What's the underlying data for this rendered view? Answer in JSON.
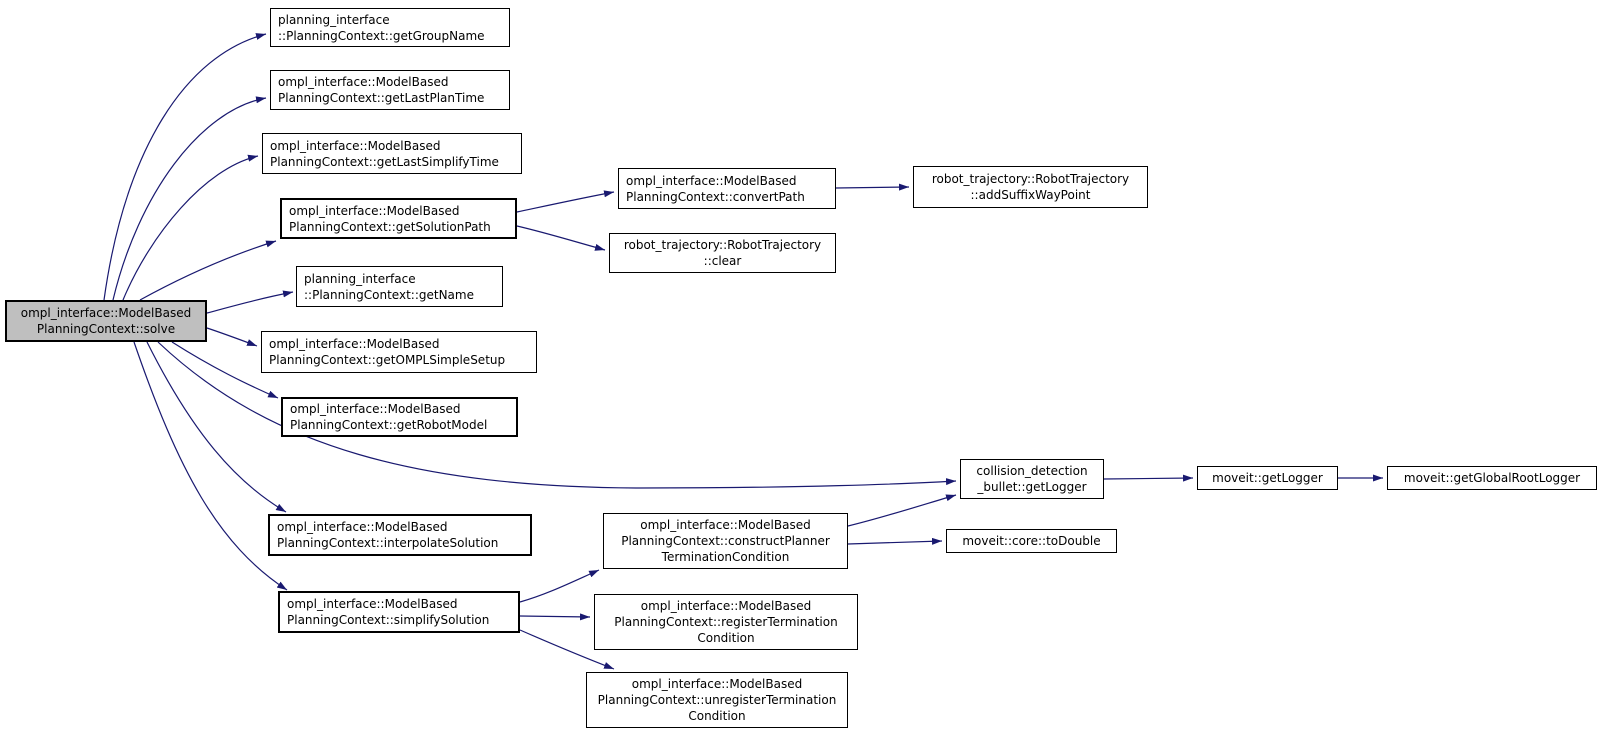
{
  "diagram_type": "doxygen-call-graph",
  "colors": {
    "edge": "#191970",
    "root_fill": "#bfbfbf",
    "node_fill": "#ffffff",
    "border": "#000000"
  },
  "nodes": {
    "solve": {
      "label": "ompl_interface::ModelBased\nPlanningContext::solve"
    },
    "get_group_name": {
      "label": "planning_interface\n::PlanningContext::getGroupName"
    },
    "get_last_plan_time": {
      "label": "ompl_interface::ModelBased\nPlanningContext::getLastPlanTime"
    },
    "get_last_simplify_time": {
      "label": "ompl_interface::ModelBased\nPlanningContext::getLastSimplifyTime"
    },
    "get_solution_path": {
      "label": "ompl_interface::ModelBased\nPlanningContext::getSolutionPath"
    },
    "get_name": {
      "label": "planning_interface\n::PlanningContext::getName"
    },
    "get_ompl_simple_setup": {
      "label": "ompl_interface::ModelBased\nPlanningContext::getOMPLSimpleSetup"
    },
    "get_robot_model": {
      "label": "ompl_interface::ModelBased\nPlanningContext::getRobotModel"
    },
    "convert_path": {
      "label": "ompl_interface::ModelBased\nPlanningContext::convertPath"
    },
    "clear": {
      "label": "robot_trajectory::RobotTrajectory\n::clear"
    },
    "add_suffix_way_point": {
      "label": "robot_trajectory::RobotTrajectory\n::addSuffixWayPoint"
    },
    "interpolate_solution": {
      "label": "ompl_interface::ModelBased\nPlanningContext::interpolateSolution"
    },
    "simplify_solution": {
      "label": "ompl_interface::ModelBased\nPlanningContext::simplifySolution"
    },
    "construct_planner_termination_condition": {
      "label": "ompl_interface::ModelBased\nPlanningContext::constructPlanner\nTerminationCondition"
    },
    "register_termination_condition": {
      "label": "ompl_interface::ModelBased\nPlanningContext::registerTermination\nCondition"
    },
    "unregister_termination_condition": {
      "label": "ompl_interface::ModelBased\nPlanningContext::unregisterTermination\nCondition"
    },
    "collision_get_logger": {
      "label": "collision_detection\n_bullet::getLogger"
    },
    "to_double": {
      "label": "moveit::core::toDouble"
    },
    "moveit_get_logger": {
      "label": "moveit::getLogger"
    },
    "global_root_logger": {
      "label": "moveit::getGlobalRootLogger"
    }
  }
}
